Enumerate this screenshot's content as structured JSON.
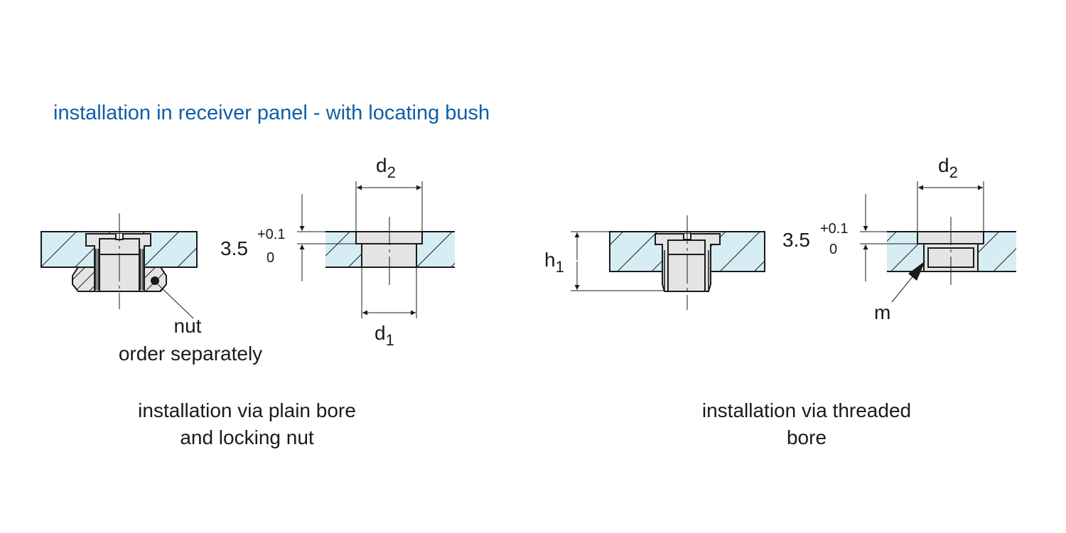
{
  "title": "installation in receiver panel - with locating bush",
  "colors": {
    "title": "#0f5ea8",
    "panel_fill": "#d6eef3",
    "part_fill": "#e4e4e4",
    "line": "#1a1a1a"
  },
  "figures": [
    {
      "id": "plain-bore",
      "annotation": {
        "nut": "nut",
        "order": "order separately"
      },
      "caption": [
        "installation via plain bore",
        "and locking nut"
      ]
    },
    {
      "id": "plain-bore-detail",
      "depth": {
        "value": "3.5",
        "upper_tol": "+0.1",
        "lower_tol": "0"
      },
      "d2": {
        "main": "d",
        "sub": "2"
      },
      "d1": {
        "main": "d",
        "sub": "1"
      }
    },
    {
      "id": "threaded-bore",
      "h1": {
        "main": "h",
        "sub": "1"
      },
      "caption": [
        "installation via threaded",
        "bore"
      ]
    },
    {
      "id": "threaded-bore-detail",
      "depth": {
        "value": "3.5",
        "upper_tol": "+0.1",
        "lower_tol": "0"
      },
      "d2": {
        "main": "d",
        "sub": "2"
      },
      "m": "m"
    }
  ]
}
